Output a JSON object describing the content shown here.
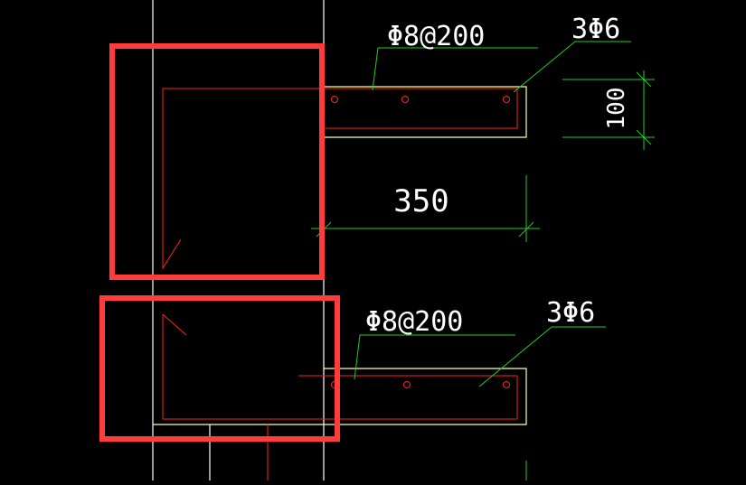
{
  "colors": {
    "background": "#000000",
    "outline": "#ffffff",
    "concrete_edge": "#ffff99",
    "rebar": "#ff2020",
    "rebar_dot": "#ff2020",
    "dimension": "#22cc22",
    "leader": "#22cc22",
    "highlight_box": "#ff3b3b",
    "text": "#ffffff"
  },
  "annotations": {
    "top_detail": {
      "stirrup_label": "Φ8@200",
      "bars_label": "3Φ6",
      "height_dim": "100",
      "length_dim": "350"
    },
    "bottom_detail": {
      "stirrup_label": "Φ8@200",
      "bars_label": "3Φ6"
    }
  }
}
